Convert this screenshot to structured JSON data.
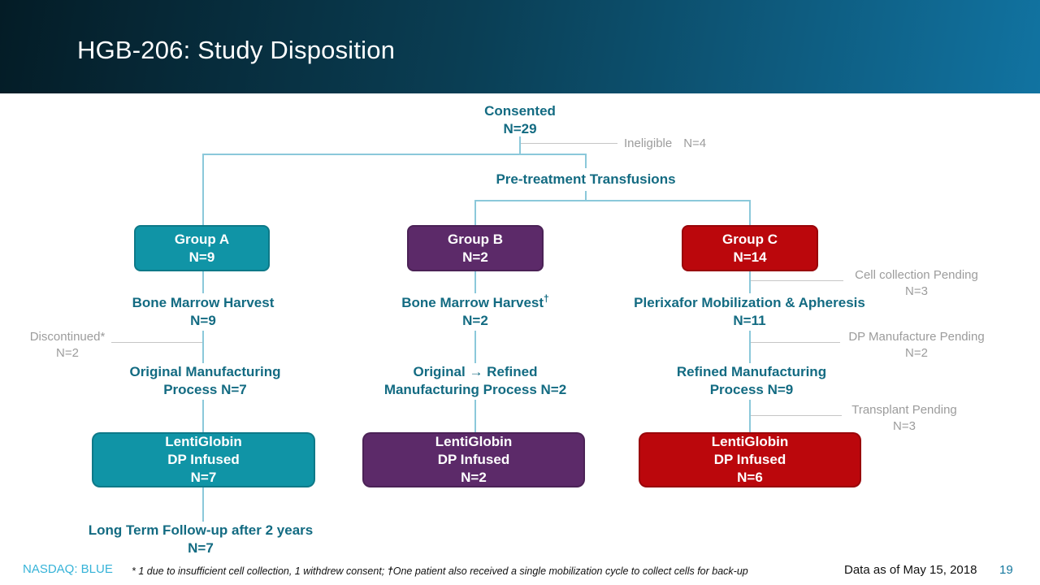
{
  "header": {
    "title": "HGB-206: Study Disposition"
  },
  "colors": {
    "header_gradient_start": "#041c26",
    "header_gradient_end": "#1173a1",
    "teal_text": "#136b82",
    "connector_line": "#8bc8da",
    "annotation_gray": "#9c9c9c",
    "group_a": "#1094a6",
    "group_b": "#5c2a69",
    "group_c": "#bb070c",
    "ticker_blue": "#36b3d8"
  },
  "flowchart": {
    "consented": {
      "line1": "Consented",
      "line2": "N=29"
    },
    "ineligible": {
      "label": "Ineligible",
      "n": "N=4"
    },
    "pretreatment": "Pre-treatment Transfusions",
    "group_a": {
      "name": "Group A",
      "n": "N=9"
    },
    "group_b": {
      "name": "Group B",
      "n": "N=2"
    },
    "group_c": {
      "name": "Group C",
      "n": "N=14"
    },
    "col_a": {
      "harvest": {
        "line1": "Bone Marrow Harvest",
        "line2": "N=9"
      },
      "manufacturing": {
        "line1": "Original Manufacturing",
        "line2": "Process N=7"
      },
      "infused": {
        "line1": "LentiGlobin",
        "line2": "DP Infused",
        "line3": "N=7"
      },
      "followup": {
        "line1": "Long Term Follow-up after 2 years",
        "line2": "N=7"
      }
    },
    "col_b": {
      "harvest": {
        "line1": "Bone Marrow Harvest",
        "sup": "†",
        "line2": "N=2"
      },
      "manufacturing": {
        "line1": "Original → Refined",
        "line2": "Manufacturing Process N=2"
      },
      "infused": {
        "line1": "LentiGlobin",
        "line2": "DP Infused",
        "line3": "N=2"
      }
    },
    "col_c": {
      "harvest": {
        "line1": "Plerixafor Mobilization & Apheresis",
        "line2": "N=11"
      },
      "manufacturing": {
        "line1": "Refined Manufacturing",
        "line2": "Process N=9"
      },
      "infused": {
        "line1": "LentiGlobin",
        "line2": "DP Infused",
        "line3": "N=6"
      }
    },
    "annotations": {
      "discontinued": {
        "line1": "Discontinued*",
        "line2": "N=2"
      },
      "cell_collection": {
        "line1": "Cell collection Pending",
        "line2": "N=3"
      },
      "dp_manufacture": {
        "line1": "DP Manufacture Pending",
        "line2": "N=2"
      },
      "transplant": {
        "line1": "Transplant Pending",
        "line2": "N=3"
      }
    }
  },
  "footer": {
    "ticker": "NASDAQ: BLUE",
    "footnote_part1": "* 1 due to insufficient cell collection, 1 withdrew consent; ",
    "footnote_dagger": "†",
    "footnote_part2": "One patient also received a single mobilization cycle to collect cells for back-up",
    "data_as_of": "Data as of May 15, 2018",
    "page_number": "19"
  }
}
